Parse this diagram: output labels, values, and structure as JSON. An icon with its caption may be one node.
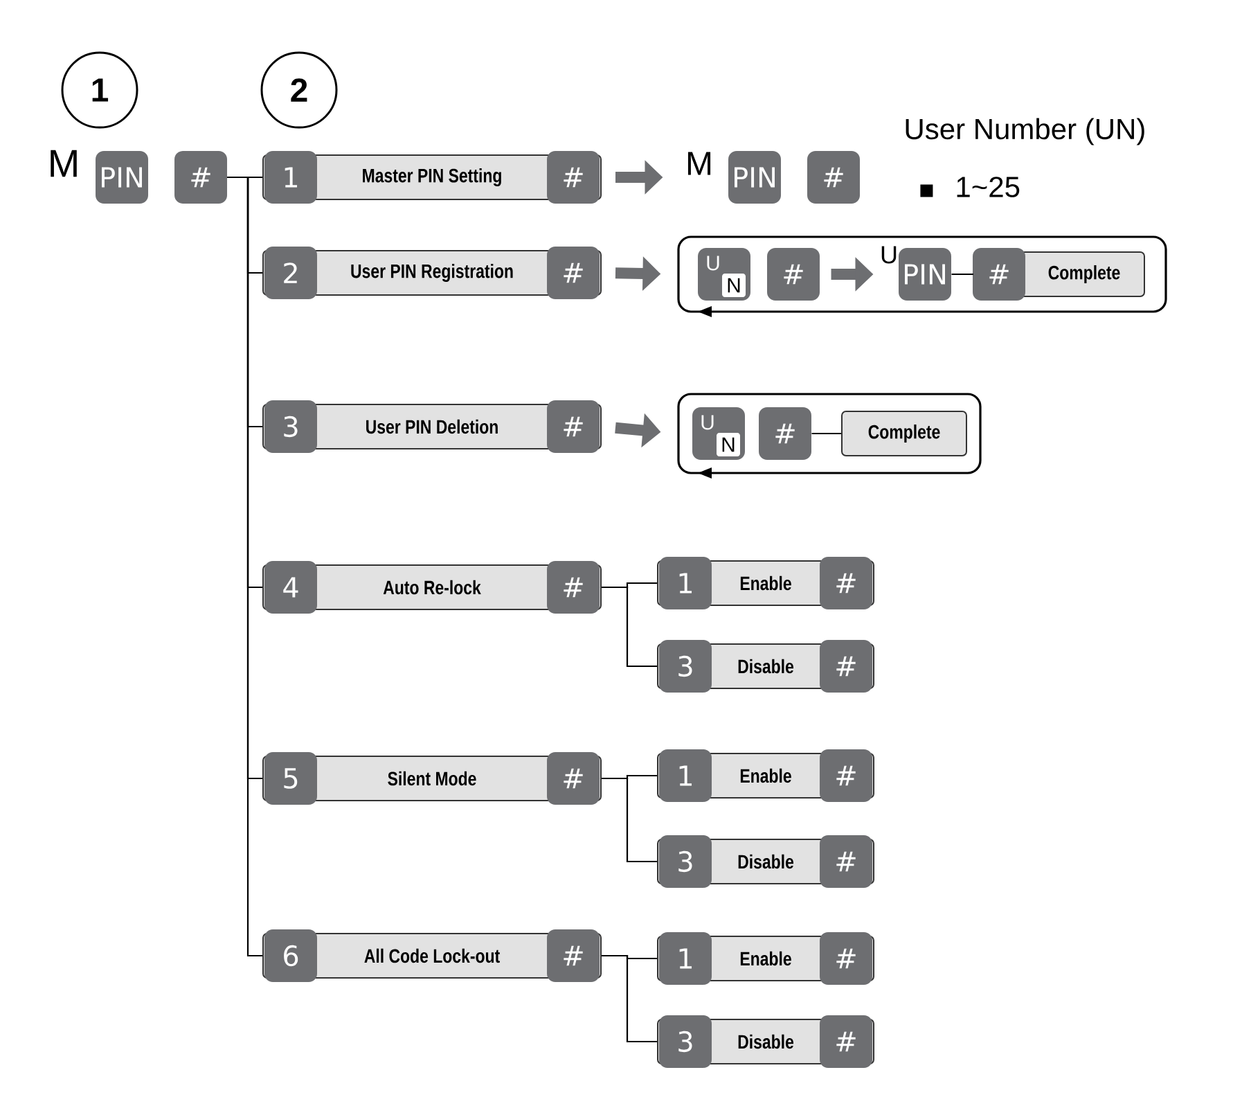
{
  "diagram": {
    "nodes": [
      {
        "text": [
          "1"
        ]
      },
      {
        "text": [
          "2"
        ]
      },
      {
        "text": [
          "PIN"
        ],
        "beside": [
          "M"
        ]
      },
      {
        "text": [
          "#"
        ]
      },
      {
        "text": [
          "1",
          "Master PIN Setting",
          "#"
        ]
      },
      {
        "text": [
          "2",
          "User PIN Registration",
          "#"
        ]
      },
      {
        "text": [
          "3",
          "User PIN Deletion",
          "#"
        ]
      },
      {
        "text": [
          "4",
          "Auto Re-lock",
          "#"
        ]
      },
      {
        "text": [
          "5",
          "Silent Mode",
          "#"
        ]
      },
      {
        "text": [
          "6",
          "All Code Lock-out",
          "#"
        ]
      },
      {
        "text": [
          "PIN"
        ],
        "beside": [
          "M"
        ]
      },
      {
        "text": [
          "#"
        ]
      },
      {
        "text": [],
        "shape": "box"
      },
      {
        "text": [
          "U",
          "N"
        ],
        "in": 12
      },
      {
        "text": [
          "#"
        ],
        "in": 12
      },
      {
        "text": [
          "PIN"
        ],
        "beside": [
          "U"
        ],
        "in": 12
      },
      {
        "text": [
          "#",
          "Complete"
        ],
        "in": 12
      },
      {
        "text": [],
        "shape": "box"
      },
      {
        "text": [
          "U",
          "N"
        ],
        "in": 17
      },
      {
        "text": [
          "#"
        ],
        "in": 17
      },
      {
        "text": [
          "Complete"
        ],
        "in": 17
      },
      {
        "text": [
          "1",
          "Enable",
          "#"
        ]
      },
      {
        "text": [
          "3",
          "Disable",
          "#"
        ]
      },
      {
        "text": [
          "1",
          "Enable",
          "#"
        ]
      },
      {
        "text": [
          "3",
          "Disable",
          "#"
        ]
      },
      {
        "text": [
          "1",
          "Enable",
          "#"
        ]
      },
      {
        "text": [
          "3",
          "Disable",
          "#"
        ]
      }
    ],
    "edges": [
      {
        "from": 3,
        "to": 4,
        "arrow": "none"
      },
      {
        "from": 3,
        "to": 5,
        "arrow": "none"
      },
      {
        "from": 3,
        "to": 6,
        "arrow": "none"
      },
      {
        "from": 3,
        "to": 7,
        "arrow": "none"
      },
      {
        "from": 3,
        "to": 8,
        "arrow": "none"
      },
      {
        "from": 3,
        "to": 9,
        "arrow": "none"
      },
      {
        "from": 4,
        "to": 10,
        "arrow": "to",
        "style": "thick",
        "color": "#6d6e71"
      },
      {
        "from": 5,
        "to": 12,
        "arrow": "to",
        "style": "thick",
        "color": "#6d6e71"
      },
      {
        "from": 6,
        "to": 17,
        "arrow": "to",
        "style": "thick",
        "color": "#6d6e71"
      },
      {
        "from": 14,
        "to": 15,
        "arrow": "to",
        "style": "thick",
        "color": "#6d6e71"
      },
      {
        "from": 15,
        "to": 16,
        "arrow": "none"
      },
      {
        "from": 19,
        "to": 20,
        "arrow": "none"
      },
      {
        "from": 7,
        "to": 21,
        "arrow": "none"
      },
      {
        "from": 7,
        "to": 22,
        "arrow": "none"
      },
      {
        "from": 8,
        "to": 23,
        "arrow": "none"
      },
      {
        "from": 8,
        "to": 24,
        "arrow": "none"
      },
      {
        "from": 9,
        "to": 25,
        "arrow": "none"
      },
      {
        "from": 9,
        "to": 26,
        "arrow": "none"
      }
    ],
    "labels": [
      "User Number (UN)",
      "1~25"
    ]
  }
}
